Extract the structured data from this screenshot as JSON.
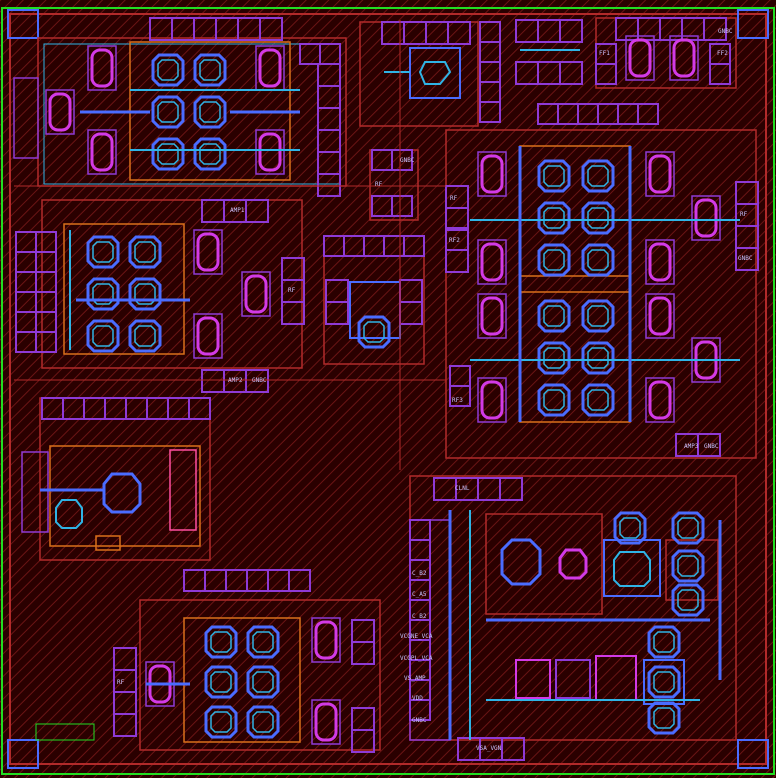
{
  "colors": {
    "background": "#2a0000",
    "hatch": "#6a1414",
    "outline_red": "#b22a2a",
    "outline_green": "#22dd22",
    "metal_blue": "#4a6cff",
    "metal_cyan": "#2fb4e6",
    "purple": "#8e3ad6",
    "magenta": "#d23ae6",
    "orange": "#d9701a",
    "pink": "#ff4fa0",
    "label": "#c9c3ff"
  },
  "labels": {
    "gnbc_top": "GNBC",
    "ff1": "FF1",
    "ff2": "FF2",
    "gnbc_mid": "GNBC",
    "rf_mid": "RF",
    "amp1": "AMP1",
    "rf_left": "RF",
    "amp2": "AMP2",
    "gnbc_left": "GNBC",
    "rf_right1": "RF",
    "rf_right2": "RF2",
    "rf_right3": "RF",
    "gnbc_right": "GNBC",
    "rf_right4": "RF3",
    "amp3": "AMP3",
    "gnbc_right2": "GNBC",
    "cl": "CLNL",
    "rf_bottom": "RF",
    "pin_c_b2": "C_B2",
    "pin_c_a5": "C_A5",
    "pin_c_b2b": "C_B2",
    "pin_vcgne": "VCGNE_VCA",
    "pin_vcgpl": "VCGPL_VCA",
    "pin_vs_amp": "VS_AMP",
    "pin_vdd": "VDD",
    "pin_gnbc": "GNBC",
    "pin_vsa": "VSA_VGN"
  }
}
